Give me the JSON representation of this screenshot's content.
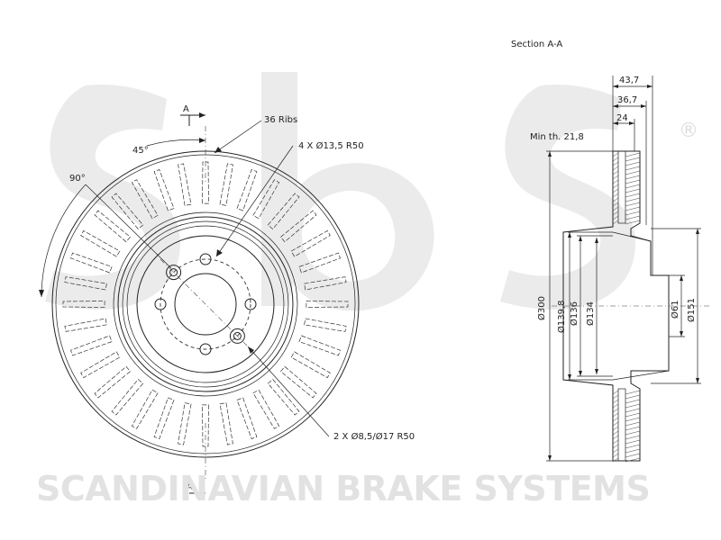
{
  "watermark": {
    "logo_text": "sbs",
    "registered_mark": "®",
    "company": "SCANDINAVIAN BRAKE SYSTEMS"
  },
  "front_view": {
    "section_marker_top": "A",
    "section_marker_bottom": "A",
    "angle_45": "45°",
    "angle_90": "90°",
    "ribs": "36 Ribs",
    "bolt_holes": "4 X Ø13,5   R50",
    "pin_holes": "2 X Ø8,5/Ø17   R50"
  },
  "section_view": {
    "title": "Section A-A",
    "min_thickness": "Min th. 21,8",
    "dim_43_7": "43,7",
    "dim_36_7": "36,7",
    "dim_24": "24",
    "dia_300": "Ø300",
    "dia_139_8": "Ø139,8",
    "dia_136": "Ø136",
    "dia_134": "Ø134",
    "dia_61": "Ø61",
    "dia_151": "Ø151"
  },
  "colors": {
    "line": "#222222",
    "watermark": "#e2e2e2"
  }
}
